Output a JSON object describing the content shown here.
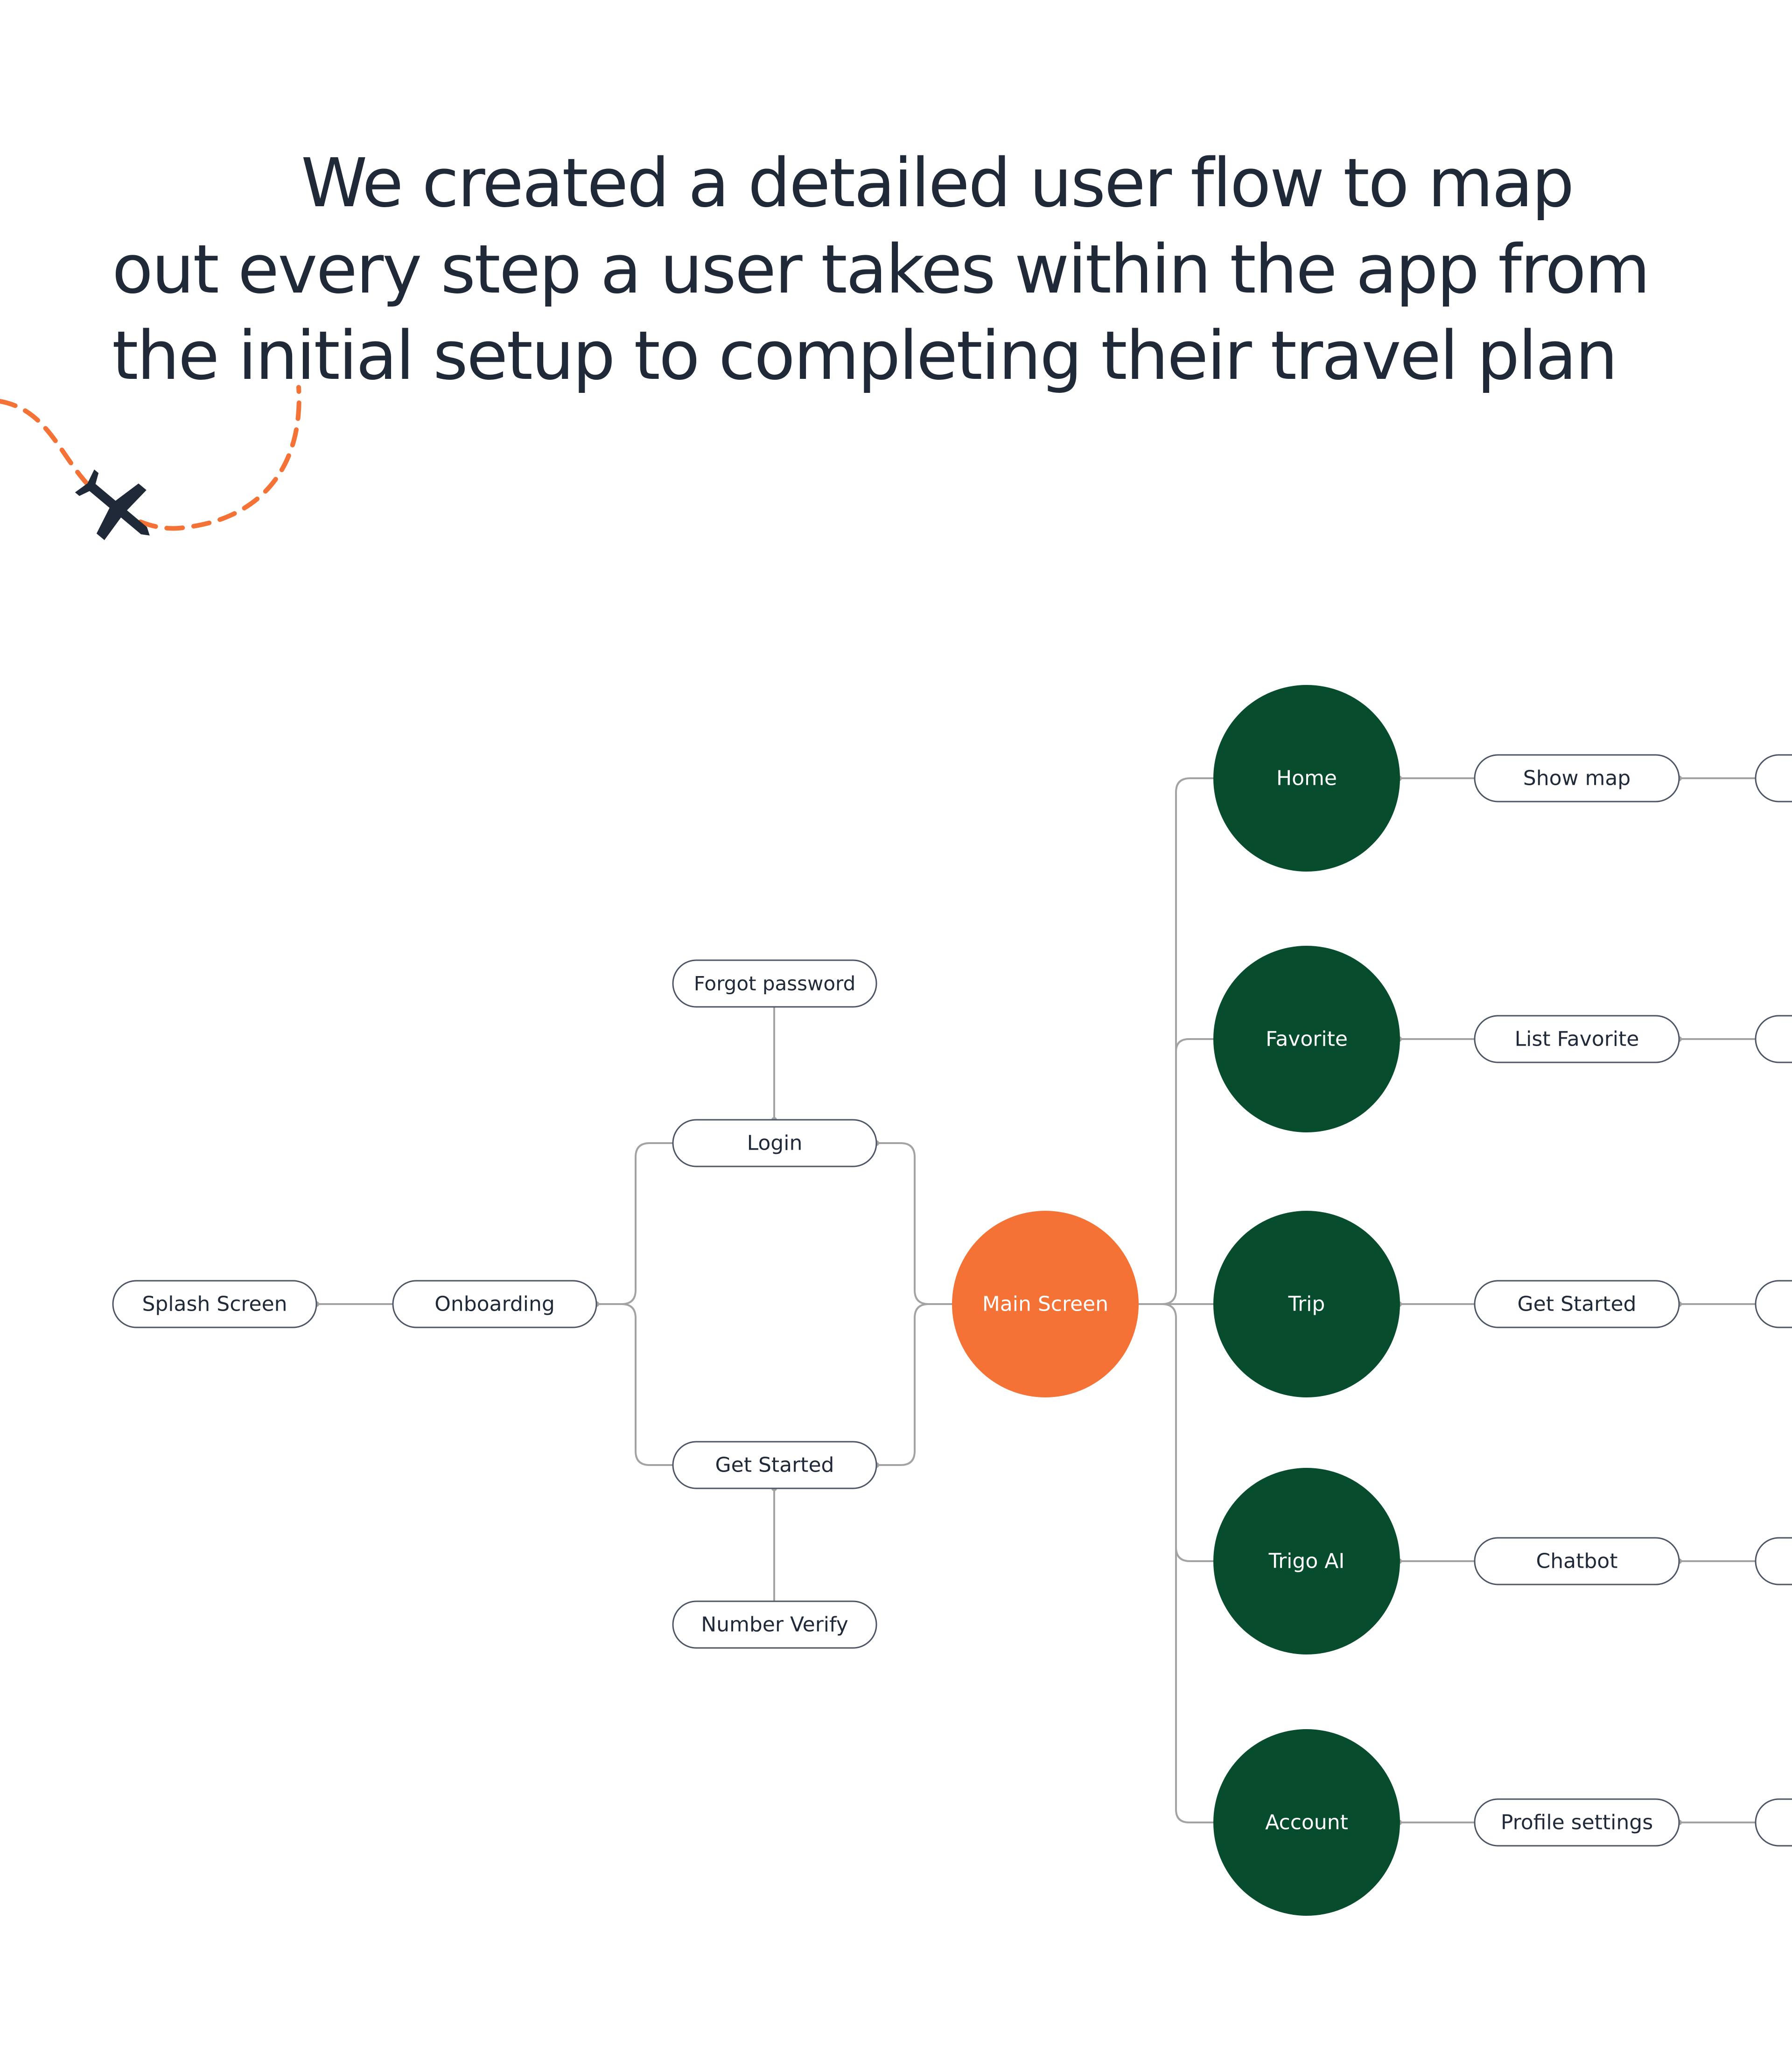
{
  "headline": {
    "line1": "We created a detailed user flow to map",
    "line2": "out every step a user takes within the app from",
    "line3": "the initial setup to completing their travel plan"
  },
  "colors": {
    "text": "#1f2937",
    "accent": "#f47236",
    "primary": "#084c2e",
    "connector": "#a3a3a3",
    "pill_border": "#4b5563"
  },
  "icons": {
    "airplane": "airplane-icon"
  },
  "diagram": {
    "splash": "Splash Screen",
    "onboarding": "Onboarding",
    "forgot_password": "Forgot password",
    "login": "Login",
    "get_started": "Get Started",
    "number_verify": "Number Verify",
    "main_screen": "Main Screen",
    "sections": [
      {
        "label": "Home",
        "child": "Show map"
      },
      {
        "label": "Favorite",
        "child": "List Favorite"
      },
      {
        "label": "Trip",
        "child": "Get Started"
      },
      {
        "label": "Trigo AI",
        "child": "Chatbot"
      },
      {
        "label": "Account",
        "child": "Profile settings"
      }
    ]
  }
}
